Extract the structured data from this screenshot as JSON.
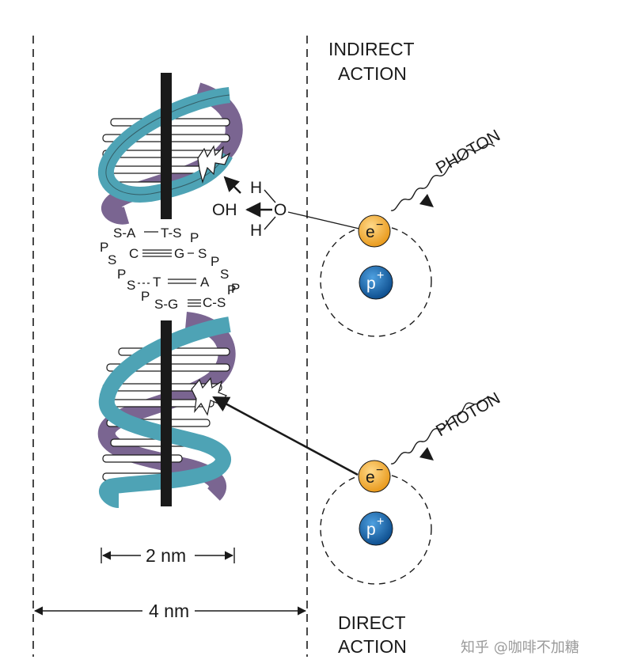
{
  "labels": {
    "indirect_line1": "INDIRECT",
    "indirect_line2": "ACTION",
    "direct_line1": "DIRECT",
    "direct_line2": "ACTION",
    "photon_top": "PHOTON",
    "photon_bottom": "PHOTON",
    "electron": "e",
    "electron_sup": "−",
    "proton": "p",
    "proton_sup": "+",
    "hydroxyl": "OH",
    "oxygen": "O",
    "hydrogen": "H",
    "width_helix": "2 nm",
    "width_total": "4 nm",
    "watermark": "知乎 @咖啡不加糖"
  },
  "base_pairs": {
    "row1": "S-A",
    "row1b": "T-S",
    "row1c": "P",
    "row2a": "P",
    "row2b": "S",
    "row2c": "C",
    "row2d": "G",
    "row2e": "S",
    "row3a": "P",
    "row3b": "S",
    "row3c": "T",
    "row3d": "A",
    "row3e": "P",
    "row3f": "S",
    "row4a": "P",
    "row4b": "S-G",
    "row4c": "C-S",
    "row4d": "P"
  },
  "colors": {
    "strand_teal": "#4ea3b5",
    "strand_purple": "#7a6591",
    "rungs": "#ffffff",
    "electron": "#f2b035",
    "proton": "#1c6fb4",
    "ink": "#1a1a1a"
  }
}
